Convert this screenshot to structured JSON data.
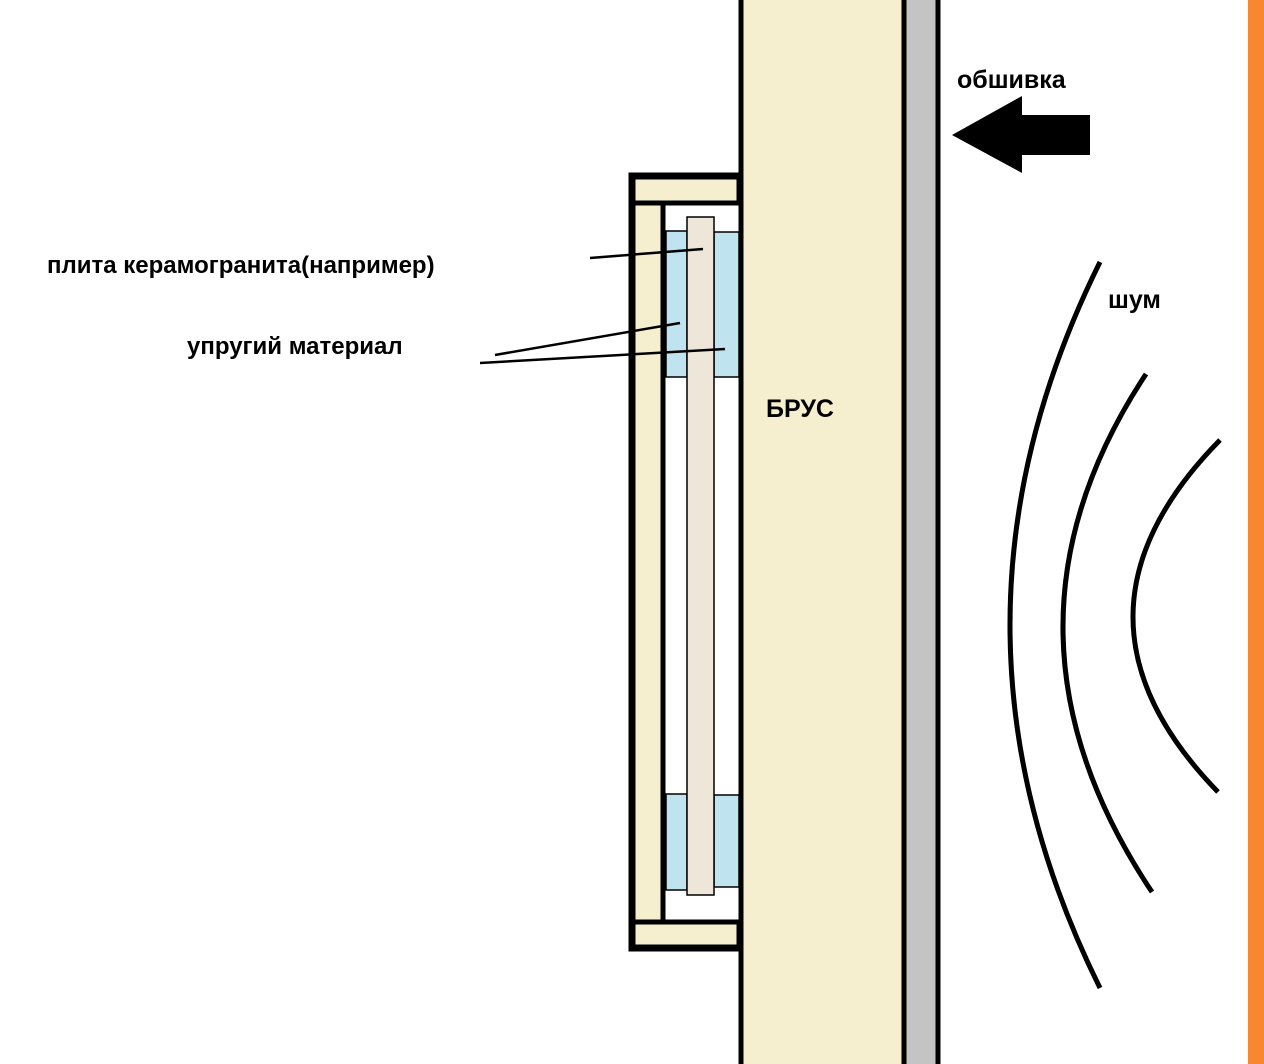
{
  "labels": {
    "sheathing": "обшивка",
    "noise": "шум",
    "beam": "БРУС",
    "tile": "плита керамогранита(например)",
    "elastic": "упругий материал"
  },
  "colors": {
    "wood": "#f5efcf",
    "tile": "#efe6da",
    "elastic": "#bfe3ef",
    "sheathing": "#c4c4c4",
    "accent": "#f7882f"
  }
}
